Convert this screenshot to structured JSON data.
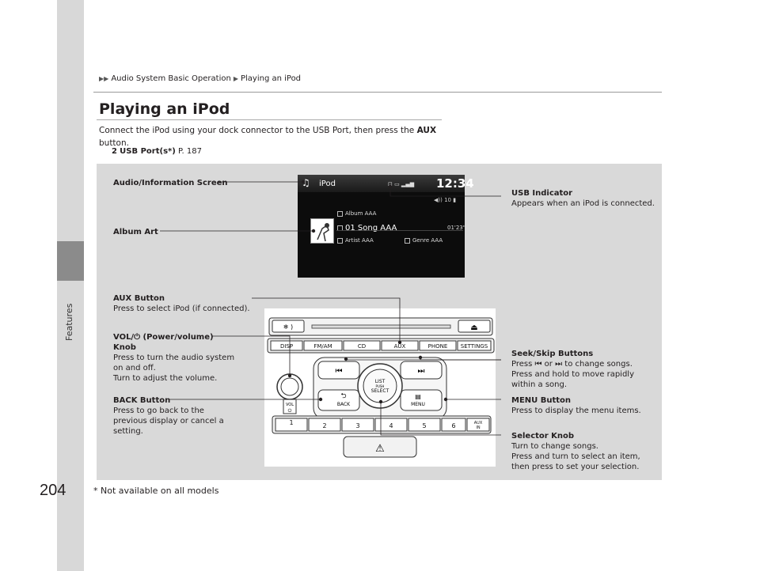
{
  "page": {
    "number": "204",
    "side_tab": "Features",
    "breadcrumb": [
      "Audio System Basic Operation",
      "Playing an iPod"
    ],
    "title": "Playing an iPod",
    "intro_before": "Connect the iPod using your dock connector to the USB Port, then press the ",
    "intro_bold": "AUX",
    "intro_after": " button.",
    "ref_label": "USB Port(s",
    "ref_star": "*",
    "ref_close": ")",
    "ref_page": "P. 187",
    "footnote": "* Not available on all models"
  },
  "screen": {
    "source": "iPod",
    "time": "12:34",
    "volume": "10",
    "album": "Album AAA",
    "song": "01 Song AAA",
    "elapsed": "01'23\"",
    "artist": "Artist AAA",
    "genre": "Genre AAA"
  },
  "panel": {
    "buttons": [
      "DISP",
      "FM/AM",
      "CD",
      "AUX",
      "PHONE",
      "SETTINGS"
    ],
    "knob": [
      "LIST",
      "PUSH",
      "SELECT"
    ],
    "back": "BACK",
    "menu": "MENU",
    "vol": "VOL",
    "presets": [
      "1",
      "2",
      "3",
      "4",
      "5",
      "6"
    ],
    "aux_in": [
      "AUX",
      "IN"
    ]
  },
  "callouts": {
    "audio_screen": "Audio/Information Screen",
    "album_art": "Album Art",
    "usb_title": "USB Indicator",
    "usb_desc": "Appears when an iPod is connected.",
    "aux_title": "AUX Button",
    "aux_desc": "Press to select iPod (if connected).",
    "vol_title_a": "VOL/",
    "vol_title_b": " (Power/volume)",
    "vol_title_c": "Knob",
    "vol_desc1": "Press to turn the audio system",
    "vol_desc2": "on and off.",
    "vol_desc3": "Turn to adjust the volume.",
    "seek_title": "Seek/Skip Buttons",
    "seek_desc1a": "Press ",
    "seek_desc1b": " or ",
    "seek_desc1c": " to change songs.",
    "seek_desc2": "Press and hold to move rapidly",
    "seek_desc3": "within a song.",
    "back_title": "BACK Button",
    "back_desc1": "Press to go back to the",
    "back_desc2": "previous display or cancel a",
    "back_desc3": "setting.",
    "menu_title": "MENU Button",
    "menu_desc": "Press to display the menu items.",
    "sel_title": "Selector Knob",
    "sel_desc1": "Turn to change songs.",
    "sel_desc2": "Press and turn to select an item,",
    "sel_desc3": "then press to set your selection."
  }
}
